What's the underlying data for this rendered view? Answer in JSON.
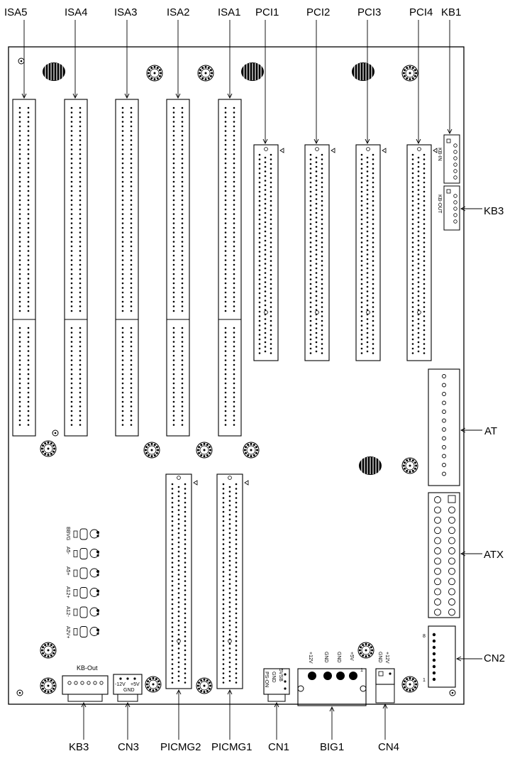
{
  "labels": {
    "isa5": "ISA5",
    "isa4": "ISA4",
    "isa3": "ISA3",
    "isa2": "ISA2",
    "isa1": "ISA1",
    "pci1": "PCI1",
    "pci2": "PCI2",
    "pci3": "PCI3",
    "pci4": "PCI4",
    "kb1": "KB1",
    "kb3_right": "KB3",
    "at": "AT",
    "atx": "ATX",
    "cn2": "CN2",
    "kb3_bottom": "KB3",
    "cn3": "CN3",
    "picmg2": "PICMG2",
    "picmg1": "PICMG1",
    "cn1": "CN1",
    "big1": "BIG1",
    "cn4": "CN4"
  },
  "connector_text": {
    "kb_in": "KB-IN",
    "kb_out_vertical": "KB-OUT",
    "kb_out": "KB-Out",
    "cn3_12v": "-12V",
    "cn3_5v": "+5V",
    "cn3_gnd": "GND",
    "big_12v": "+12V",
    "big_gnd1": "GND",
    "big_gnd2": "GND",
    "big_5v": "+5V",
    "cn4_gnd": "GND",
    "cn4_12v": "+12V",
    "cn1_5vsb": "5VSB",
    "cn1_gnd": "GND",
    "cn1_pson": "PS-ON",
    "cn2_pin8": "8",
    "cn2_pin1": "1",
    "big_pin1": "1"
  },
  "led_labels": [
    "BBVG",
    "A5-",
    "A5+",
    "A12+",
    "A12-",
    "A2V+"
  ]
}
